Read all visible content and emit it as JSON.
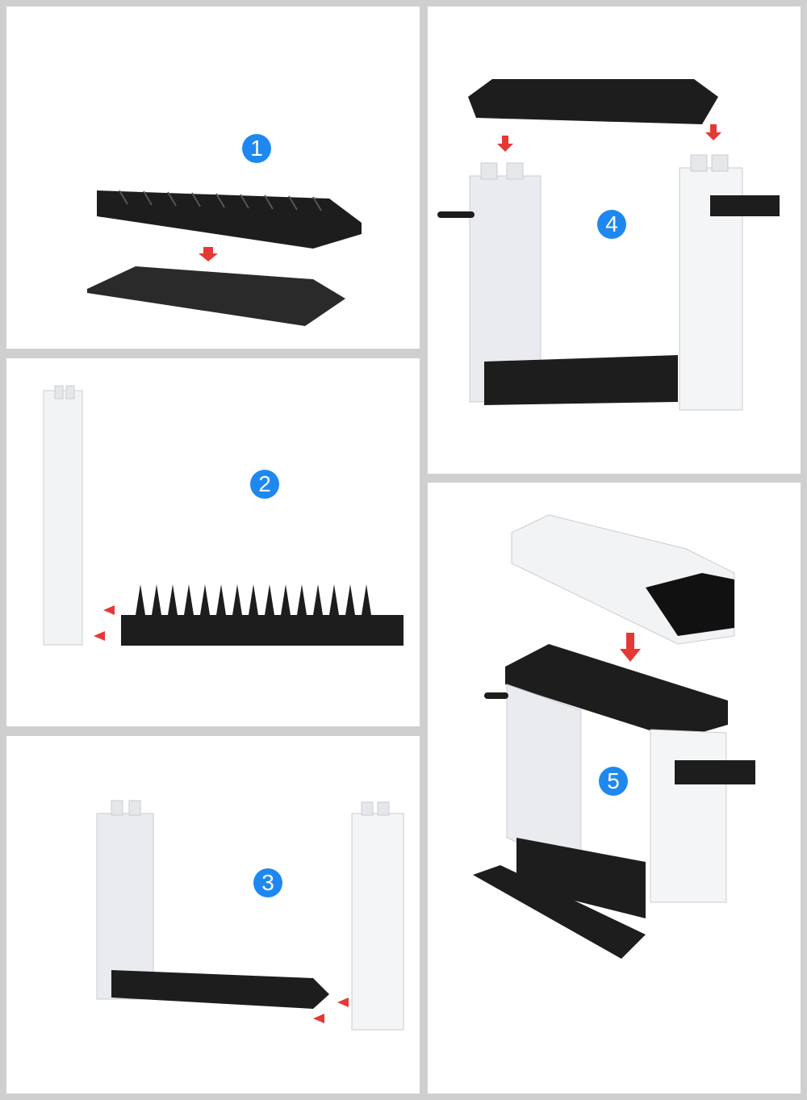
{
  "steps": [
    {
      "number": "1"
    },
    {
      "number": "2"
    },
    {
      "number": "3"
    },
    {
      "number": "4"
    },
    {
      "number": "5"
    }
  ],
  "colors": {
    "badge": "#1e88f0",
    "arrow": "#e53935",
    "frame": "#cfcfcf",
    "black_part": "#1d1d1d",
    "white_part": "#f2f3f5"
  }
}
